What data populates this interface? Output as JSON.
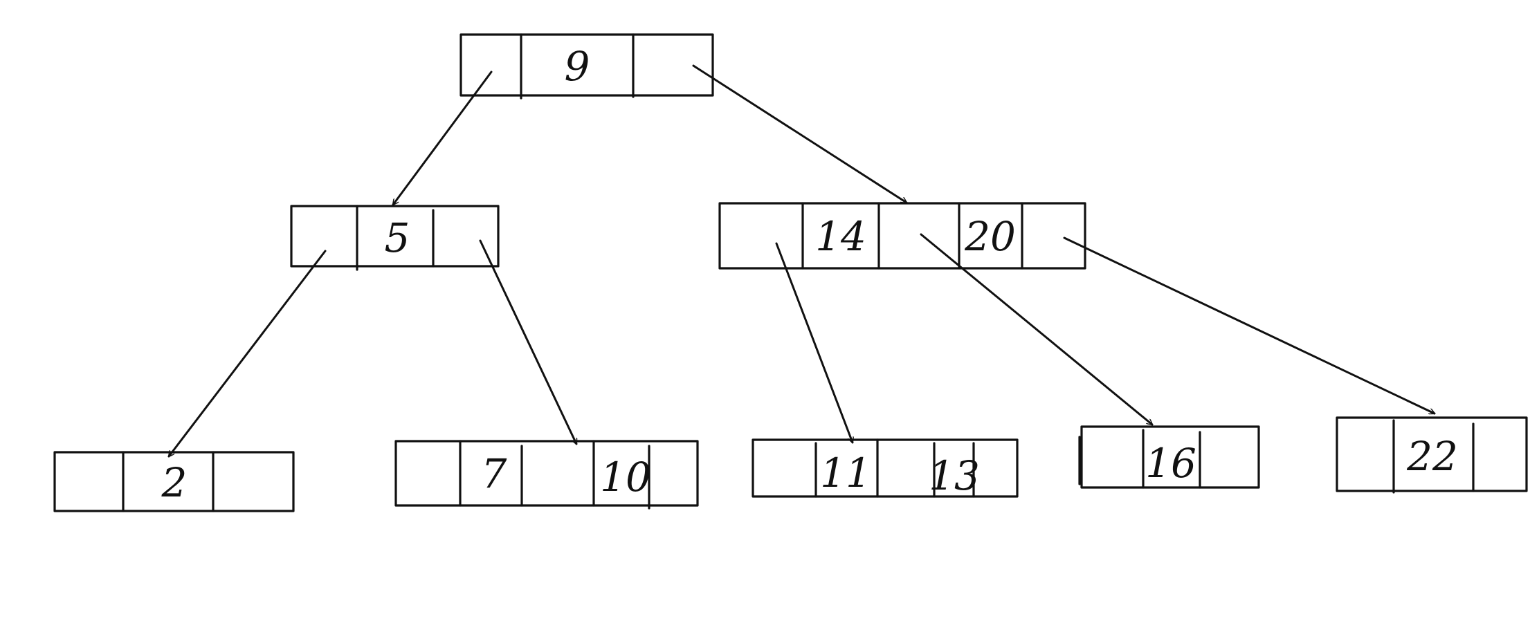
{
  "tree": {
    "root": {
      "keys": [
        "9"
      ]
    },
    "left": {
      "keys": [
        "5"
      ]
    },
    "right": {
      "keys": [
        "14",
        "20"
      ]
    },
    "leaves": [
      {
        "keys": [
          "2"
        ]
      },
      {
        "keys": [
          "7",
          "10"
        ]
      },
      {
        "keys": [
          "11",
          "13"
        ]
      },
      {
        "keys": [
          "16"
        ]
      },
      {
        "keys": [
          "22"
        ]
      }
    ]
  }
}
